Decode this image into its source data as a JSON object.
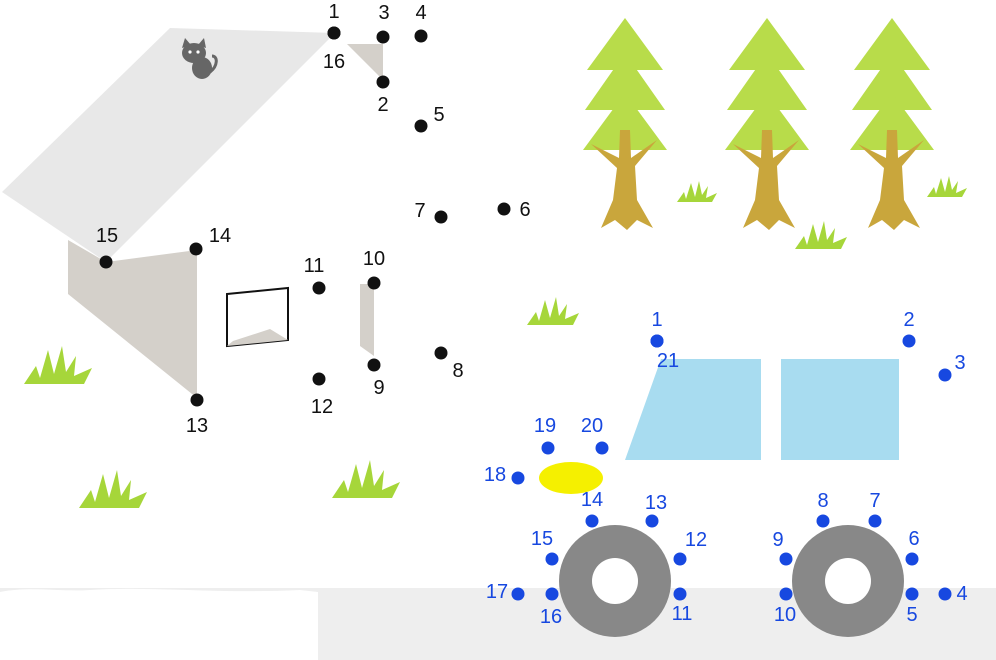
{
  "house": {
    "color": "#111111",
    "points": [
      {
        "n": "1"
      },
      {
        "n": "2"
      },
      {
        "n": "3"
      },
      {
        "n": "4"
      },
      {
        "n": "5"
      },
      {
        "n": "6"
      },
      {
        "n": "7"
      },
      {
        "n": "8"
      },
      {
        "n": "9"
      },
      {
        "n": "10"
      },
      {
        "n": "11"
      },
      {
        "n": "12"
      },
      {
        "n": "13"
      },
      {
        "n": "14"
      },
      {
        "n": "15"
      },
      {
        "n": "16"
      }
    ]
  },
  "car": {
    "color": "#1748e0",
    "points": [
      {
        "n": "1"
      },
      {
        "n": "2"
      },
      {
        "n": "3"
      },
      {
        "n": "4"
      },
      {
        "n": "5"
      },
      {
        "n": "6"
      },
      {
        "n": "7"
      },
      {
        "n": "8"
      },
      {
        "n": "9"
      },
      {
        "n": "10"
      },
      {
        "n": "11"
      },
      {
        "n": "12"
      },
      {
        "n": "13"
      },
      {
        "n": "14"
      },
      {
        "n": "15"
      },
      {
        "n": "16"
      },
      {
        "n": "17"
      },
      {
        "n": "18"
      },
      {
        "n": "19"
      },
      {
        "n": "20"
      },
      {
        "n": "21"
      }
    ]
  },
  "colors": {
    "roof": "#e8e8e8",
    "wall_shadow": "#d4d0ca",
    "ground": "#eeeeee",
    "tree_leaves": "#b8dc4a",
    "tree_trunk": "#c9a63c",
    "grass": "#a6d63a",
    "car_window": "#a8dcf0",
    "headlight": "#f5f000",
    "tire": "#888888"
  },
  "icons": [
    "cat-icon",
    "tree-icon",
    "grass-icon",
    "car-wheel-icon"
  ]
}
